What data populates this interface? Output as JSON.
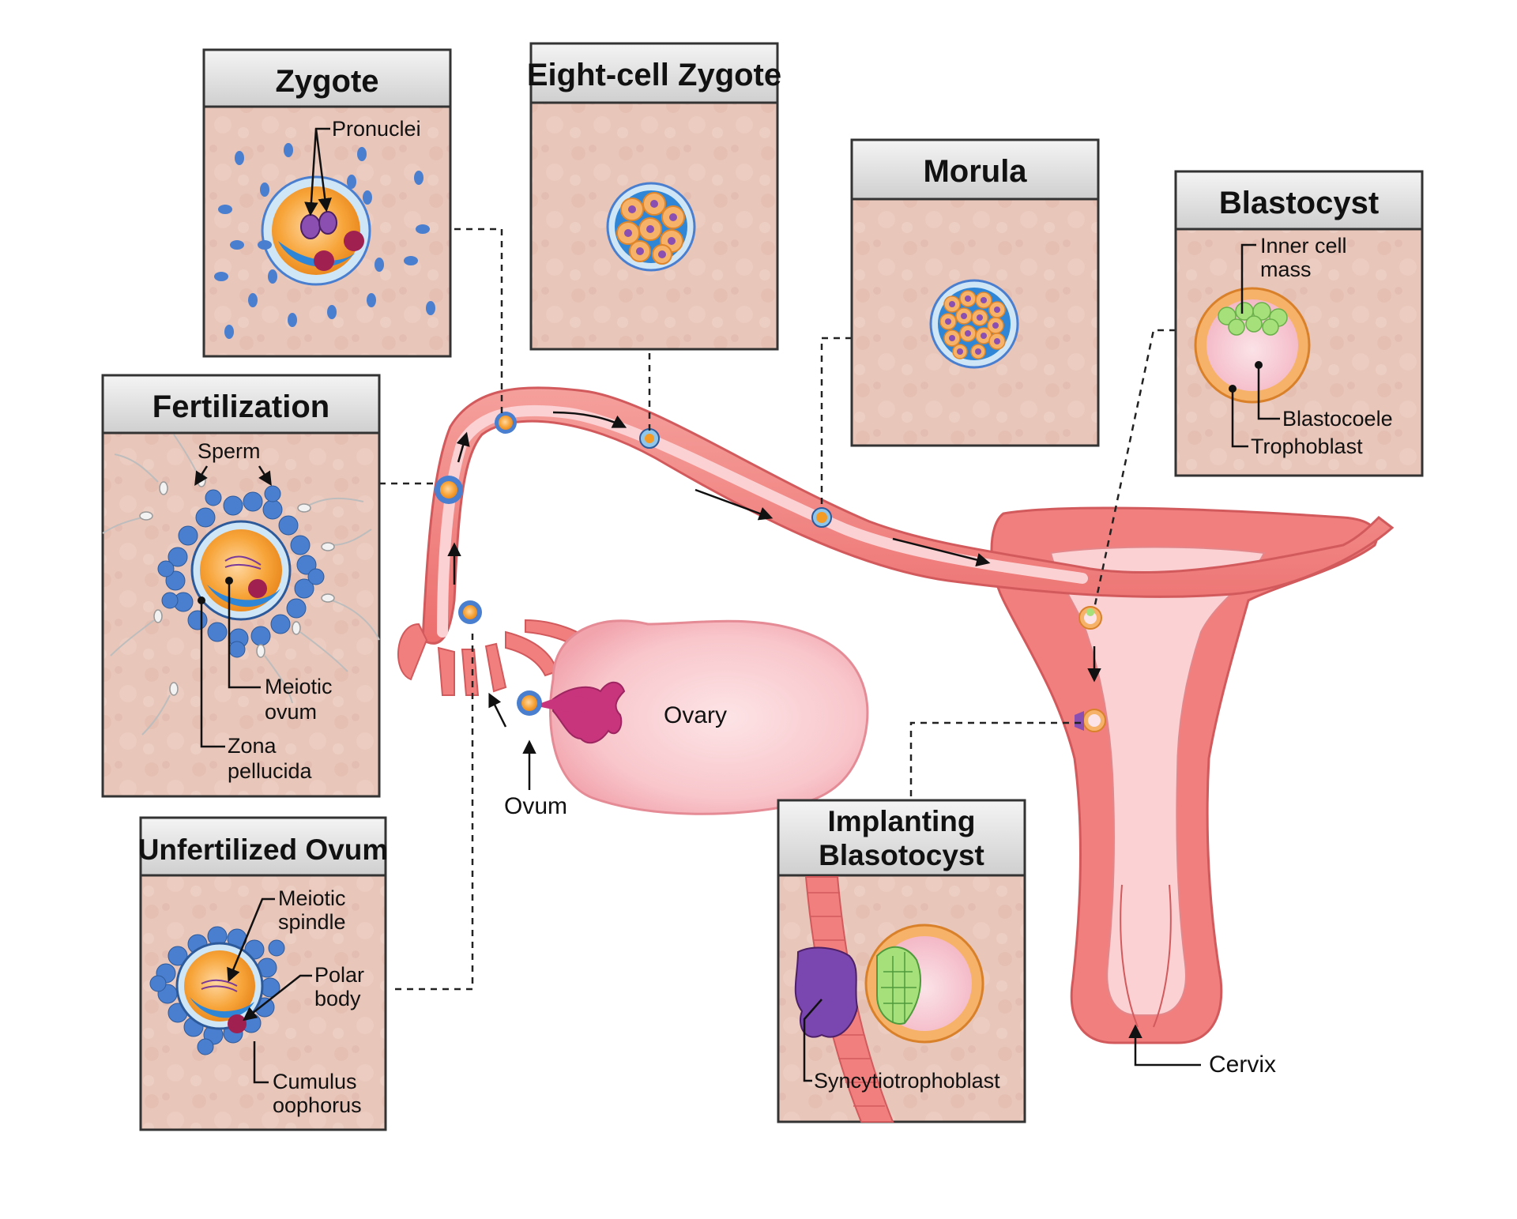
{
  "boxes": {
    "zygote": {
      "title": "Zygote",
      "labels": {
        "pronuclei": "Pronuclei"
      }
    },
    "eight_cell": {
      "title": "Eight-cell Zygote"
    },
    "morula": {
      "title": "Morula"
    },
    "blastocyst": {
      "title": "Blastocyst",
      "labels": {
        "inner_cell_mass_1": "Inner cell",
        "inner_cell_mass_2": "mass",
        "blastocoele": "Blastocoele",
        "trophoblast": "Trophoblast"
      }
    },
    "fertilization": {
      "title": "Fertilization",
      "labels": {
        "sperm": "Sperm",
        "meiotic_ovum_1": "Meiotic",
        "meiotic_ovum_2": "ovum",
        "zona_pellucida_1": "Zona",
        "zona_pellucida_2": "pellucida"
      }
    },
    "unfertilized": {
      "title": "Unfertilized Ovum",
      "labels": {
        "meiotic_spindle_1": "Meiotic",
        "meiotic_spindle_2": "spindle",
        "polar_body_1": "Polar",
        "polar_body_2": "body",
        "cumulus_1": "Cumulus",
        "cumulus_2": "oophorus"
      }
    },
    "implanting": {
      "title_line1": "Implanting",
      "title_line2": "Blasotocyst",
      "labels": {
        "syncytiotrophoblast": "Syncytiotrophoblast"
      }
    }
  },
  "anatomy": {
    "ovary": "Ovary",
    "ovum": "Ovum",
    "cervix": "Cervix"
  },
  "colors": {
    "panel": "#e8c4b8",
    "tissue": "#f07f7e",
    "tissue_light": "#f9b7b3",
    "cell_blue": "#4a7fd0",
    "ovum_orange": "#f49b25",
    "nucleus_purple": "#8a4fb0",
    "polar_body": "#a02050",
    "icm_green": "#a6e07a"
  }
}
